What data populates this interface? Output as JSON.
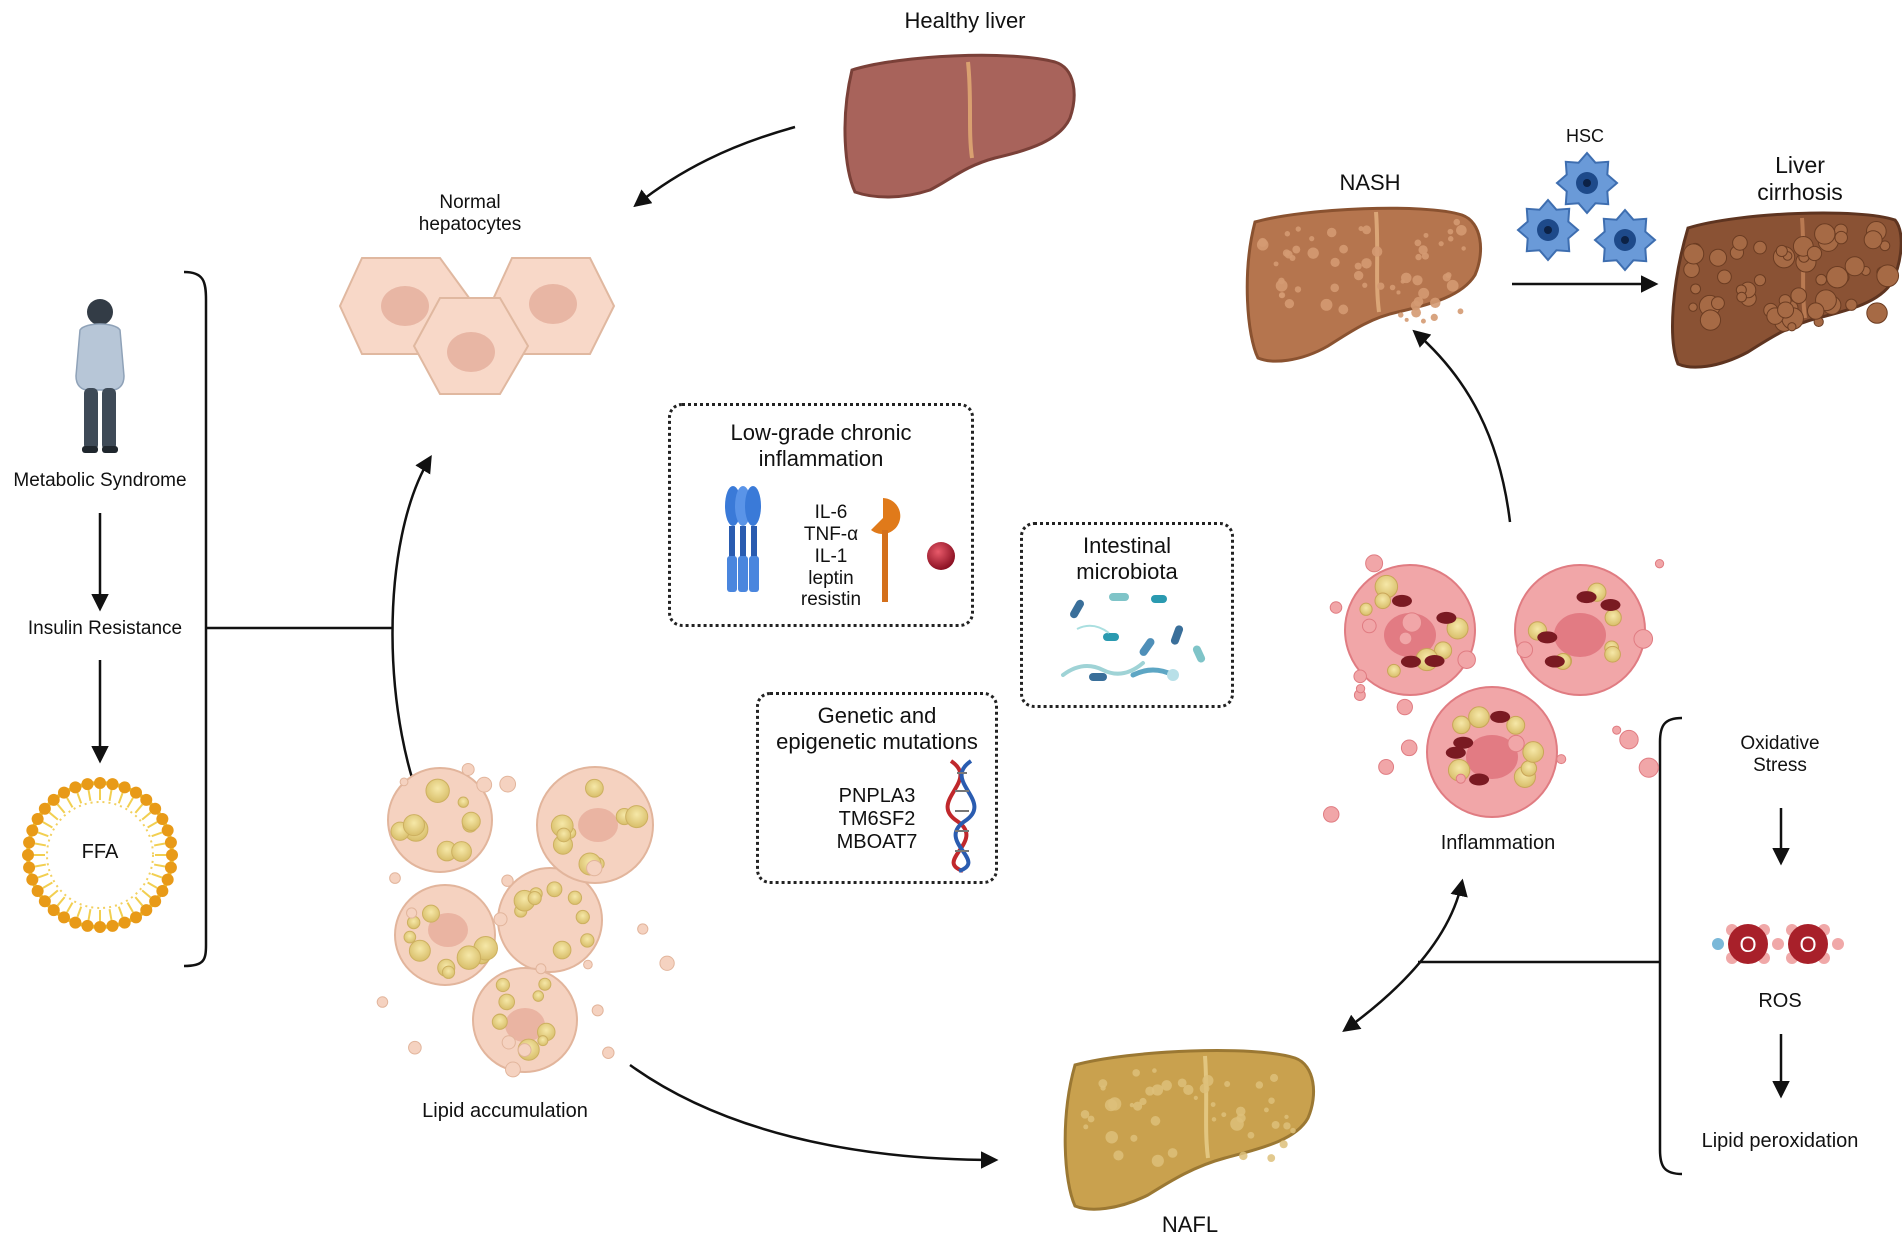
{
  "labels": {
    "healthy_liver": "Healthy liver",
    "normal_hepatocytes": [
      "Normal",
      "hepatocytes"
    ],
    "metabolic_syndrome": "Metabolic Syndrome",
    "insulin_resistance": "Insulin Resistance",
    "ffa": "FFA",
    "lipid_accumulation": "Lipid accumulation",
    "nafl": "NAFL",
    "nash": "NASH",
    "hsc": "HSC",
    "liver_cirrhosis": [
      "Liver",
      "cirrhosis"
    ],
    "inflammation": "Inflammation",
    "oxidative_stress": [
      "Oxidative",
      "Stress"
    ],
    "ros": "ROS",
    "oxygen_atom": "O",
    "lipid_peroxidation": "Lipid peroxidation"
  },
  "boxes": {
    "inflammation_box": {
      "title": [
        "Low-grade chronic",
        "inflammation"
      ],
      "items": [
        "IL-6",
        "TNF-α",
        "IL-1",
        "leptin",
        "resistin"
      ]
    },
    "microbiota_box": {
      "title": [
        "Intestinal",
        "microbiota"
      ]
    },
    "genetic_box": {
      "title": [
        "Genetic and",
        "epigenetic mutations"
      ],
      "items": [
        "PNPLA3",
        "TM6SF2",
        "MBOAT7"
      ]
    }
  }
}
